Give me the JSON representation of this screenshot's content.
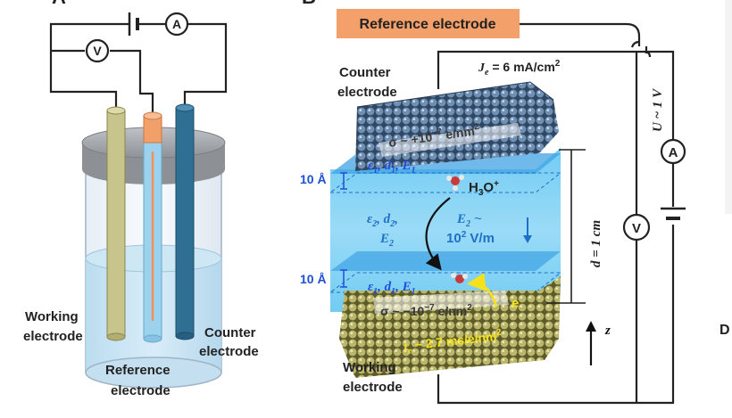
{
  "panel_labels": {
    "a": "A",
    "b": "B",
    "d": "D"
  },
  "meters": {
    "ammeter": "A",
    "voltmeter": "V"
  },
  "panel_a": {
    "working": [
      "Working",
      "electrode"
    ],
    "counter": [
      "Counter",
      "electrode"
    ],
    "reference": [
      "Reference",
      "electrode"
    ]
  },
  "panel_b": {
    "reference_box": "Reference electrode",
    "counter": [
      "Counter",
      "electrode"
    ],
    "working": [
      "Working",
      "electrode"
    ],
    "je_label": "J",
    "je_sub": "e",
    "je_value": " = 6 mA/cm",
    "je_sup": "2",
    "sigma_top": "σ ~ +10",
    "sigma_top_exp": "−7",
    "sigma_top_unit": " e/nm",
    "sigma_top_unit_sup": "2",
    "sigma_bot": "σ ~ −10",
    "sigma_bot_exp": "−7",
    "sigma_bot_unit": " e/nm",
    "sigma_bot_unit_sup": "2",
    "layer_thickness": "10 Å",
    "layer1_eps": "ε",
    "layer1_sub": "1",
    "layer1_d": "d",
    "layer1_e": "E",
    "hydronium": "H",
    "hydronium_sub": "3",
    "hydronium_tail": "O",
    "hydronium_sup": "+",
    "bulk_eps": "ε",
    "bulk_sub": "2",
    "bulk_d": "d",
    "bulk_e": "E",
    "e2_label": "E",
    "e2_sub": "2",
    "e2_tilde": " ~",
    "e2_value": "10",
    "e2_exp": "2",
    "e2_unit": " V/m",
    "electron": "e",
    "te_label": "t",
    "te_sub": "e",
    "te_value": " ~ 2.7 ms/e/nm",
    "te_sup": "2",
    "distance": "d = 1 cm",
    "voltage": "U ~ 1 V",
    "axis": "z"
  },
  "colors": {
    "ref_box": "#f4a06a",
    "counter_atoms": "#5f7fa3",
    "working_atoms": "#b8b56a",
    "electrolyte": "#4fb8ee",
    "label_blue": "#1f4fd8",
    "yellow": "#f6e11a"
  }
}
